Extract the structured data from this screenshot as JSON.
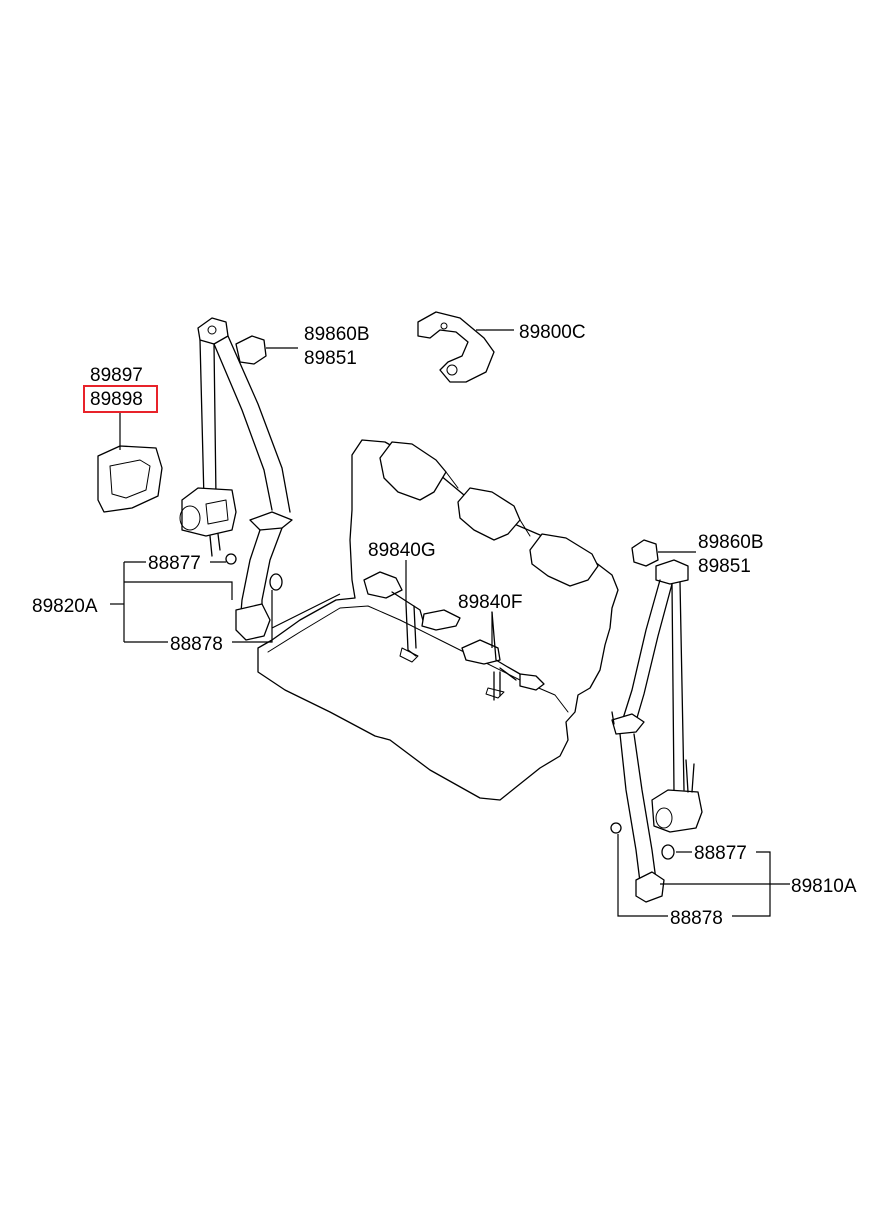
{
  "labels": {
    "l_89860B_top": "89860B",
    "l_89851_top": "89851",
    "l_89800C": "89800C",
    "l_89897": "89897",
    "l_89898": "89898",
    "l_88877_left": "88877",
    "l_89820A": "89820A",
    "l_88878_left": "88878",
    "l_89840G": "89840G",
    "l_89840F": "89840F",
    "l_89860B_right": "89860B",
    "l_89851_right": "89851",
    "l_88877_right": "88877",
    "l_89810A": "89810A",
    "l_88878_right": "88878"
  },
  "highlighted_part": "89898",
  "colors": {
    "line": "#000000",
    "highlight": "#e8232a",
    "background": "#ffffff"
  }
}
